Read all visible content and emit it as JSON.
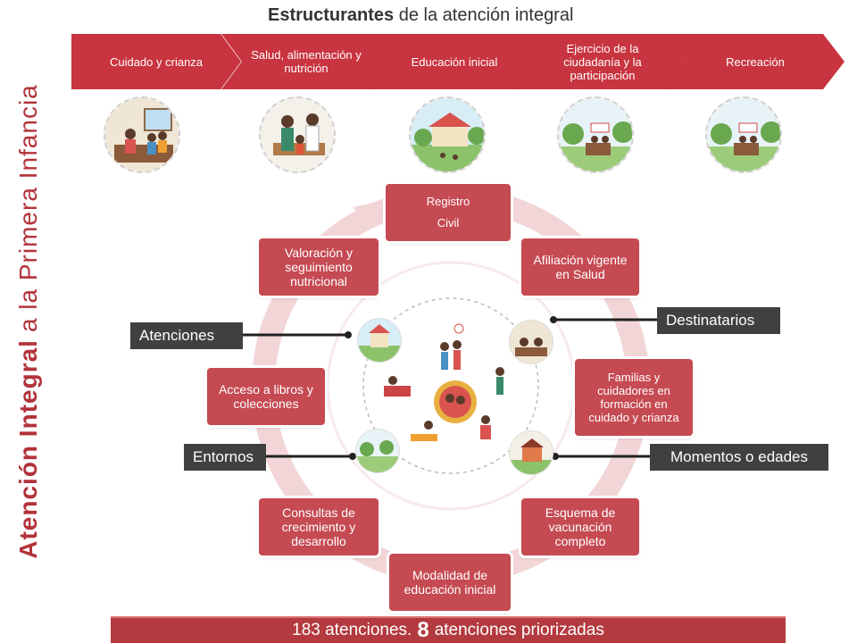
{
  "vertical_title": {
    "bold": "Atención Integral",
    "rest": "a la Primera Infancia"
  },
  "top_title": {
    "bold": "Estructurantes",
    "rest": "de la atención integral"
  },
  "structurantes": [
    {
      "label": "Cuidado y crianza"
    },
    {
      "label": "Salud, alimentación y nutrición"
    },
    {
      "label": "Educación inicial"
    },
    {
      "label": "Ejercicio de la ciudadanía y la participación"
    },
    {
      "label": "Recreación"
    }
  ],
  "atenciones": {
    "registro_line1": "Registro",
    "registro_line2": "Civil",
    "afiliacion": "Afiliación vigente en Salud",
    "familias": "Familias y cuidadores en formación en cuidado y crianza",
    "esquema": "Esquema de vacunación completo",
    "modalidad": "Modalidad de educación inicial",
    "consultas": "Consultas de crecimiento y desarrollo",
    "acceso": "Acceso a libros y colecciones",
    "valoracion": "Valoración y seguimiento nutricional"
  },
  "dimension_labels": {
    "atenciones": "Atenciones",
    "destinatarios": "Destinatarios",
    "entornos": "Entornos",
    "momentos": "Momentos o edades"
  },
  "bottom_bar": {
    "part1": "183 atenciones",
    "number": "8",
    "part2": "atenciones priorizadas"
  },
  "colors": {
    "accent": "#c54a52",
    "chevron": "#c8343f",
    "label_bg": "#404040",
    "ring": "#f2d6d7"
  }
}
